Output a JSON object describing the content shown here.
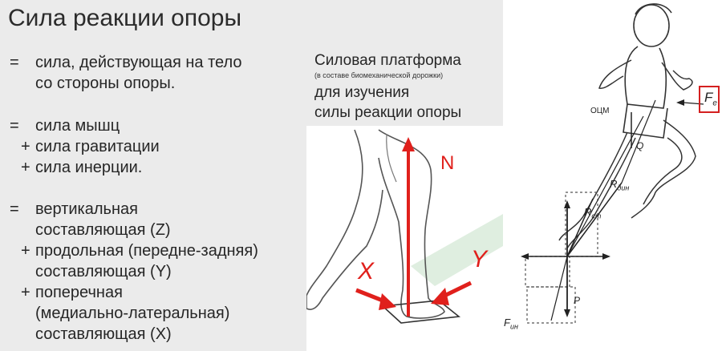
{
  "title": "Сила реакции опоры",
  "left": {
    "lines": [
      {
        "sym": "=",
        "text": "сила, действующая на тело"
      },
      {
        "sym": "",
        "text": "со стороны опоры."
      },
      {
        "sym": "=",
        "text": "сила мышц"
      },
      {
        "sym": "+",
        "text": "сила гравитации"
      },
      {
        "sym": "+",
        "text": "сила инерции."
      },
      {
        "sym": "=",
        "text": "вертикальная"
      },
      {
        "sym": "",
        "text": "составляющая (Z)"
      },
      {
        "sym": "+",
        "text": "продольная (передне-задняя)"
      },
      {
        "sym": "",
        "text": "составляющая (Y)"
      },
      {
        "sym": "+",
        "text": "поперечная"
      },
      {
        "sym": "",
        "text": "(медиально-латеральная)"
      },
      {
        "sym": "",
        "text": "составляющая (X)"
      }
    ]
  },
  "middle": {
    "title": "Силовая платформа",
    "subtitle": "(в составе биомеханической дорожки)",
    "line2": "для изучения",
    "line3": "силы реакции опоры",
    "label_n": "N",
    "label_x": "X",
    "label_y": "Y",
    "colors": {
      "arrow": "#e0201c"
    }
  },
  "right": {
    "labels": {
      "fe": "F",
      "fe_sub": "e",
      "ocm": "ОЦМ",
      "q": "Q",
      "rdin": "R",
      "rdin_sub": "дин",
      "rst": "R",
      "rst_sub": "ст",
      "p": "P",
      "fin": "F",
      "fin_sub": "ин"
    }
  }
}
